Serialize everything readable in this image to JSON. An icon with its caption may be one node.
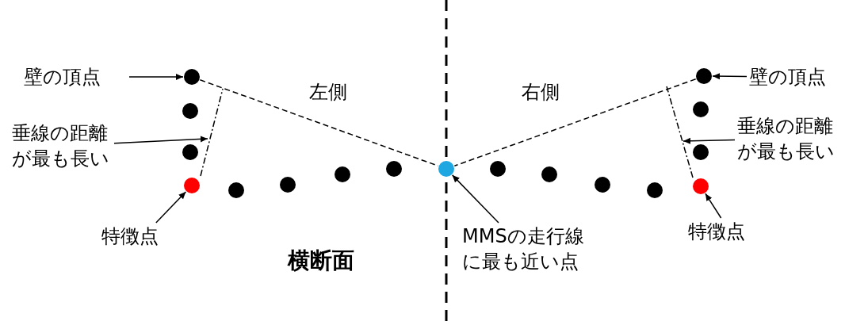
{
  "diagram": {
    "nodes": [
      {
        "text": [
          "壁の頂点"
        ]
      },
      {
        "text": [],
        "shape": "circle"
      },
      {
        "text": [
          "垂線の距離が最も長い"
        ]
      },
      {
        "text": [
          "特徴点"
        ]
      },
      {
        "text": [],
        "shape": "circle"
      },
      {
        "text": [
          "MMSの走行線に最も近い点"
        ]
      },
      {
        "text": [],
        "shape": "circle"
      },
      {
        "text": [
          "壁の頂点"
        ]
      },
      {
        "text": [],
        "shape": "circle"
      },
      {
        "text": [
          "垂線の距離が最も長い"
        ]
      },
      {
        "text": [
          "特徴点"
        ]
      },
      {
        "text": [],
        "shape": "circle"
      },
      {
        "text": [],
        "shape": "line"
      },
      {
        "text": [],
        "shape": "line"
      }
    ],
    "edges": [
      {
        "from": 0,
        "to": 1,
        "arrow": "to"
      },
      {
        "from": 2,
        "to": 12,
        "arrow": "to"
      },
      {
        "from": 3,
        "to": 4,
        "arrow": "to"
      },
      {
        "from": 5,
        "to": 6,
        "arrow": "to"
      },
      {
        "from": 7,
        "to": 8,
        "arrow": "to"
      },
      {
        "from": 9,
        "to": 13,
        "arrow": "to"
      },
      {
        "from": 10,
        "to": 11,
        "arrow": "to"
      },
      {
        "from": 1,
        "to": 6,
        "arrow": "none",
        "style": "dashed"
      },
      {
        "from": 8,
        "to": 6,
        "arrow": "none",
        "style": "dashed"
      }
    ],
    "labels": [
      "左側",
      "右側",
      "横断面"
    ]
  }
}
